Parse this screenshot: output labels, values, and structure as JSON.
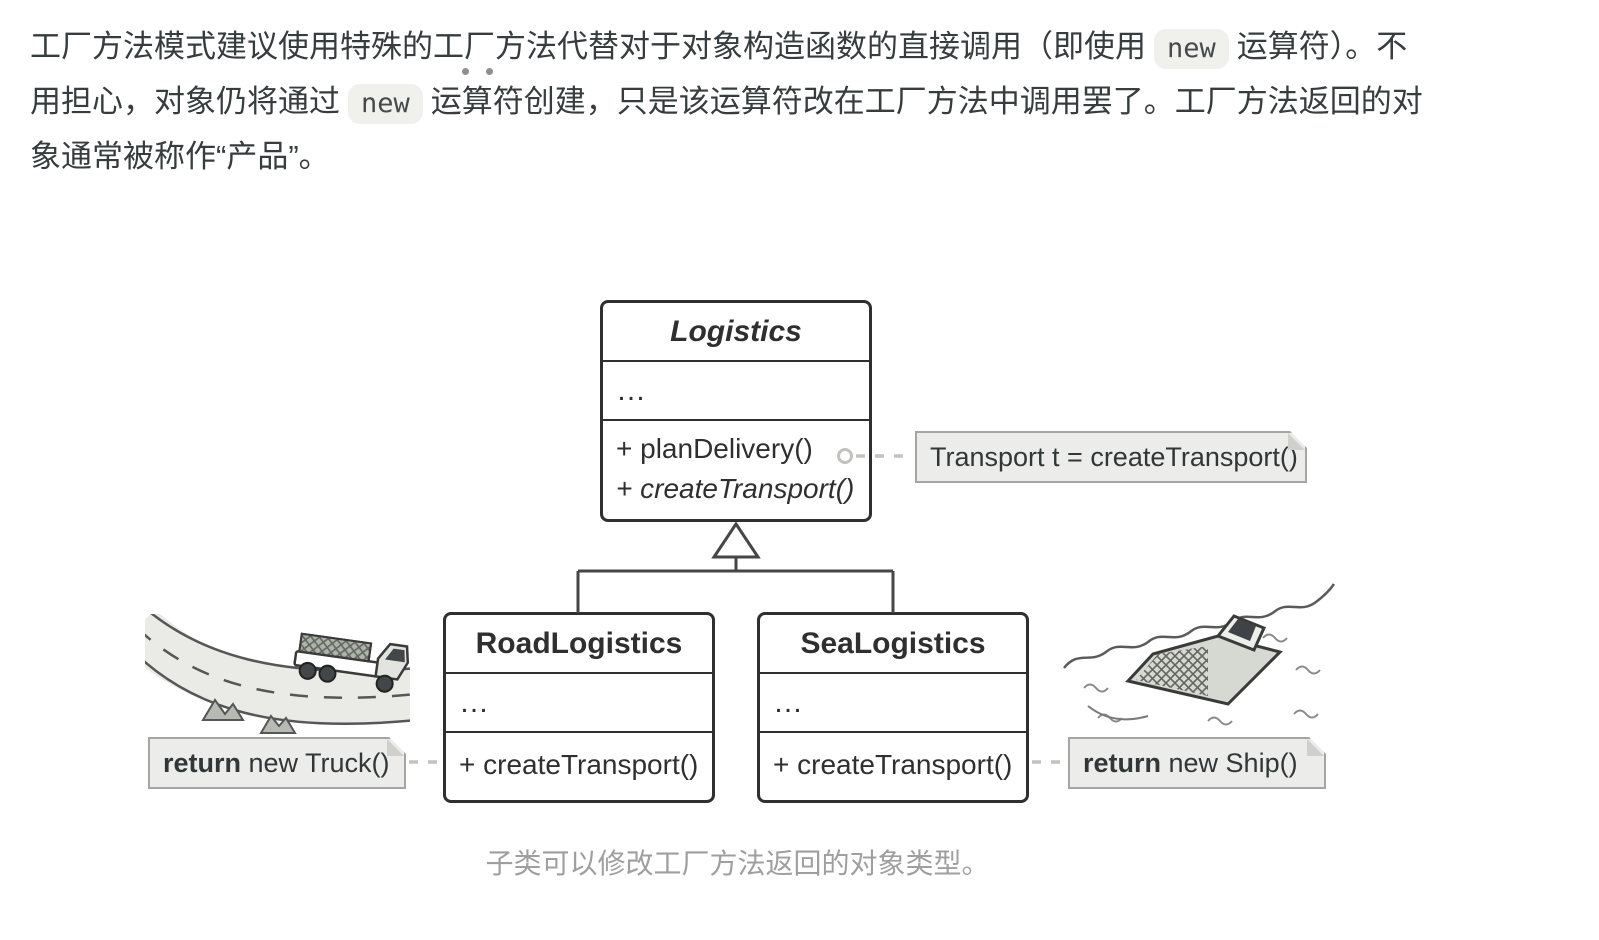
{
  "paragraph": {
    "text_1": "工厂方法模式建议使用特殊的工厂方法代替对于对象构造函数的直接调用（即使用",
    "code_1": "new",
    "text_2": "运算符）。不用担心，对象仍将通过",
    "code_2": "new",
    "text_3": "运算符创建，只是该运算符改在工厂方法中调用罢了。工厂方法返回的对象通常被称作“产品”。"
  },
  "diagram": {
    "logistics": {
      "title": "Logistics",
      "placeholder": "…",
      "method_plan": "+ planDelivery()",
      "method_create": "+ createTransport()"
    },
    "note_transport": "Transport t = createTransport()",
    "road_logistics": {
      "title": "RoadLogistics",
      "placeholder": "…",
      "method_create": "+ createTransport()"
    },
    "sea_logistics": {
      "title": "SeaLogistics",
      "placeholder": "…",
      "method_create": "+ createTransport()"
    },
    "note_truck": {
      "keyword": "return",
      "rest": " new Truck()"
    },
    "note_ship": {
      "keyword": "return",
      "rest": " new Ship()"
    },
    "caption": "子类可以修改工厂方法返回的对象类型。"
  },
  "icons": {
    "truck_illustration": "truck-driving-on-road",
    "ship_illustration": "cargo-ship-on-water",
    "note_fold": "folded-paper-corner",
    "inheritance_arrow": "uml-hollow-triangle"
  },
  "colors": {
    "text": "#373c3e",
    "class_border": "#2f2f2f",
    "note_background": "#ececea",
    "note_border": "#a5a5a2",
    "connector": "#c2c2bf",
    "inline_code_background": "#f0f0ec",
    "caption": "#9f9f9f"
  }
}
